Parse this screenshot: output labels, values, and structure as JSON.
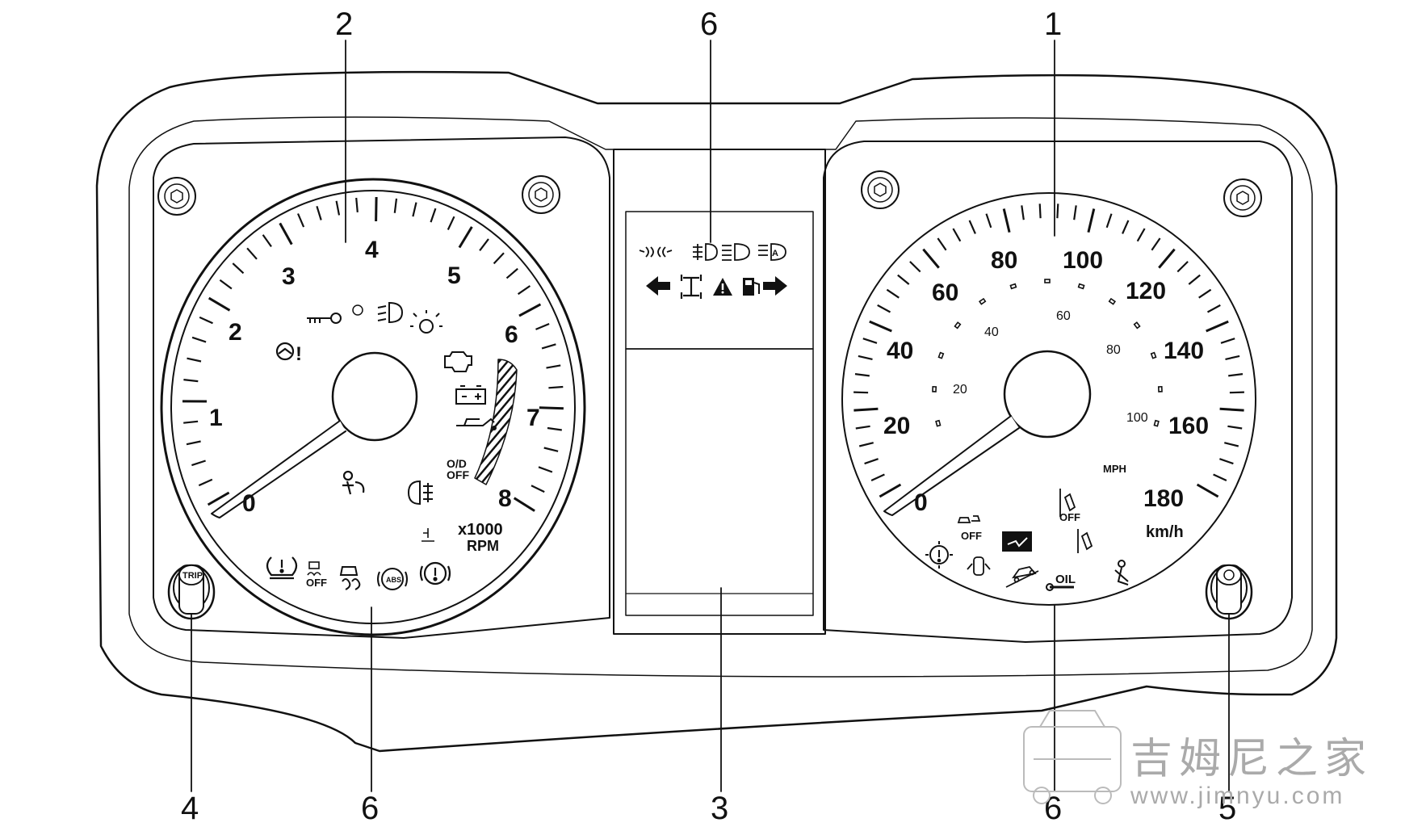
{
  "callouts": {
    "speedometer": "1",
    "tachometer": "2",
    "display": "3",
    "trip_knob": "4",
    "dimmer_knob": "5",
    "indicators": "6"
  },
  "tachometer": {
    "numbers": [
      "0",
      "1",
      "2",
      "3",
      "4",
      "5",
      "6",
      "7",
      "8"
    ],
    "unit_line1": "x1000",
    "unit_line2": "RPM",
    "overdrive_line1": "O/D",
    "overdrive_line2": "OFF",
    "esp_off": "OFF",
    "abs": "ABS"
  },
  "speedometer": {
    "kmh_numbers": [
      "0",
      "20",
      "40",
      "60",
      "80",
      "100",
      "120",
      "140",
      "160",
      "180"
    ],
    "mph_numbers": [
      "20",
      "40",
      "60",
      "80",
      "100"
    ],
    "mph_label": "MPH",
    "kmh_label": "km/h",
    "dsbs_off": "OFF",
    "ldw_off": "OFF",
    "oil_label": "OIL"
  },
  "knobs": {
    "trip_label": "TRIP"
  },
  "watermark": {
    "brand": "吉姆尼之家",
    "url": "www.jimnyu.com"
  }
}
